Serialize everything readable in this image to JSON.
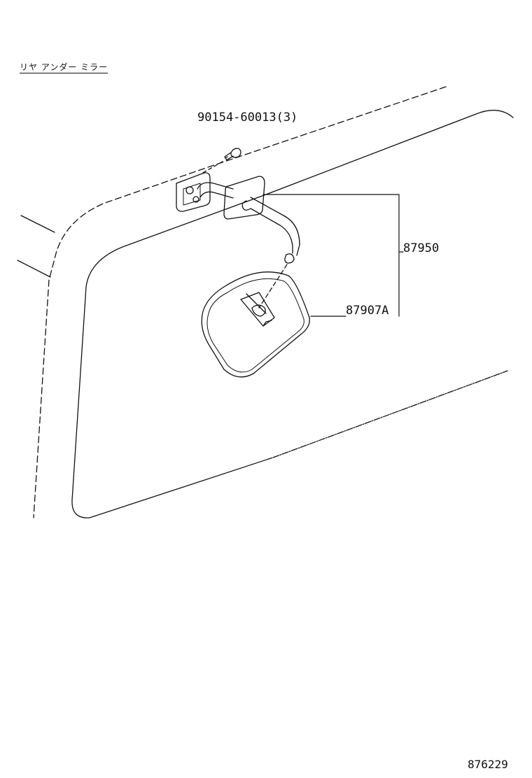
{
  "title": "リヤ アンダー ミラー",
  "parts": {
    "screw": "90154-60013(3)",
    "mirror_assembly": "87950",
    "mirror": "87907A"
  },
  "diagram_code": "876229",
  "colors": {
    "line": "#111111",
    "background": "#ffffff"
  }
}
